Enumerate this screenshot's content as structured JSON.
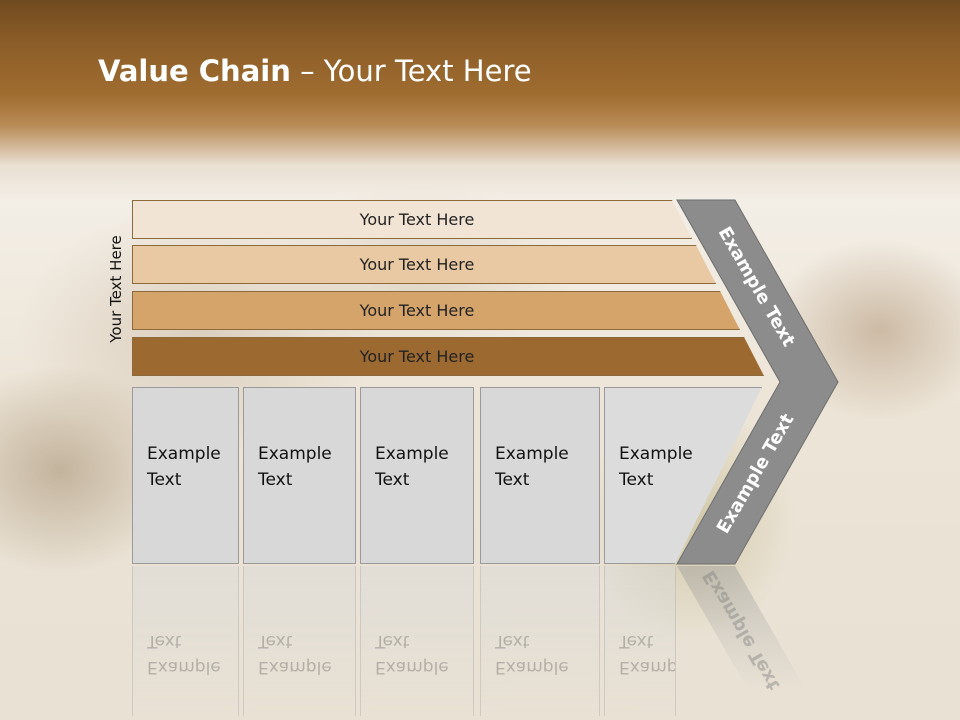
{
  "slide": {
    "title_bold": "Value Chain",
    "title_rest": " – Your Text Here",
    "side_label": "Your Text Here"
  },
  "bars": [
    {
      "label": "Your Text Here",
      "color": "#f2e4d5"
    },
    {
      "label": "Your Text Here",
      "color": "#e8c9a3"
    },
    {
      "label": "Your Text Here",
      "color": "#d4a46b"
    },
    {
      "label": "Your Text Here",
      "color": "#9c6a30"
    }
  ],
  "boxes": [
    {
      "text": "Example\nText"
    },
    {
      "text": "Example\nText"
    },
    {
      "text": "Example\nText"
    },
    {
      "text": "Example\nText"
    },
    {
      "text": "Example\nText"
    }
  ],
  "chevron": {
    "top_label": "Example Text",
    "bottom_label": "Example Text",
    "color": "#8c8c8c"
  }
}
